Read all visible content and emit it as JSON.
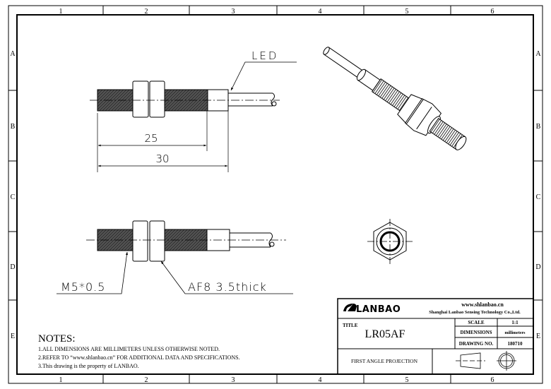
{
  "frame": {
    "columns": [
      "1",
      "2",
      "3",
      "4",
      "5",
      "6"
    ],
    "rows": [
      "A",
      "B",
      "C",
      "D",
      "E"
    ]
  },
  "side_view": {
    "led_label": "LED",
    "dim_thread_length": "25",
    "dim_total_length": "30"
  },
  "bottom_view": {
    "thread_label": "M5*0.5",
    "nut_label": "AF8 3.5thick"
  },
  "notes": {
    "heading": "NOTES:",
    "items": [
      "1.ALL DIMENSIONS ARE MILLIMETERS UNLESS OTHERWISE NOTED.",
      "2.REFER TO “www.shlanbao.cn” FOR ADDITIONAL DATA AND SPECIFICATIONS.",
      "3.This drawing is the property of LANBAO."
    ]
  },
  "title_block": {
    "logo_text": "LANBAO",
    "website": "www.shlanbao.cn",
    "company": "Shanghai Lanbao Sensing Technology Co.,Ltd.",
    "title_label": "TITLE",
    "title_value": "LR05AF",
    "scale_label": "SCALE",
    "scale_value": "1:1",
    "dimensions_label": "DIMENSIONS",
    "dimensions_value": "millimeters",
    "drawing_no_label": "DRAWING NO.",
    "drawing_no_value": "180710",
    "projection_label": "FIRST ANGLE PROJECTION"
  }
}
